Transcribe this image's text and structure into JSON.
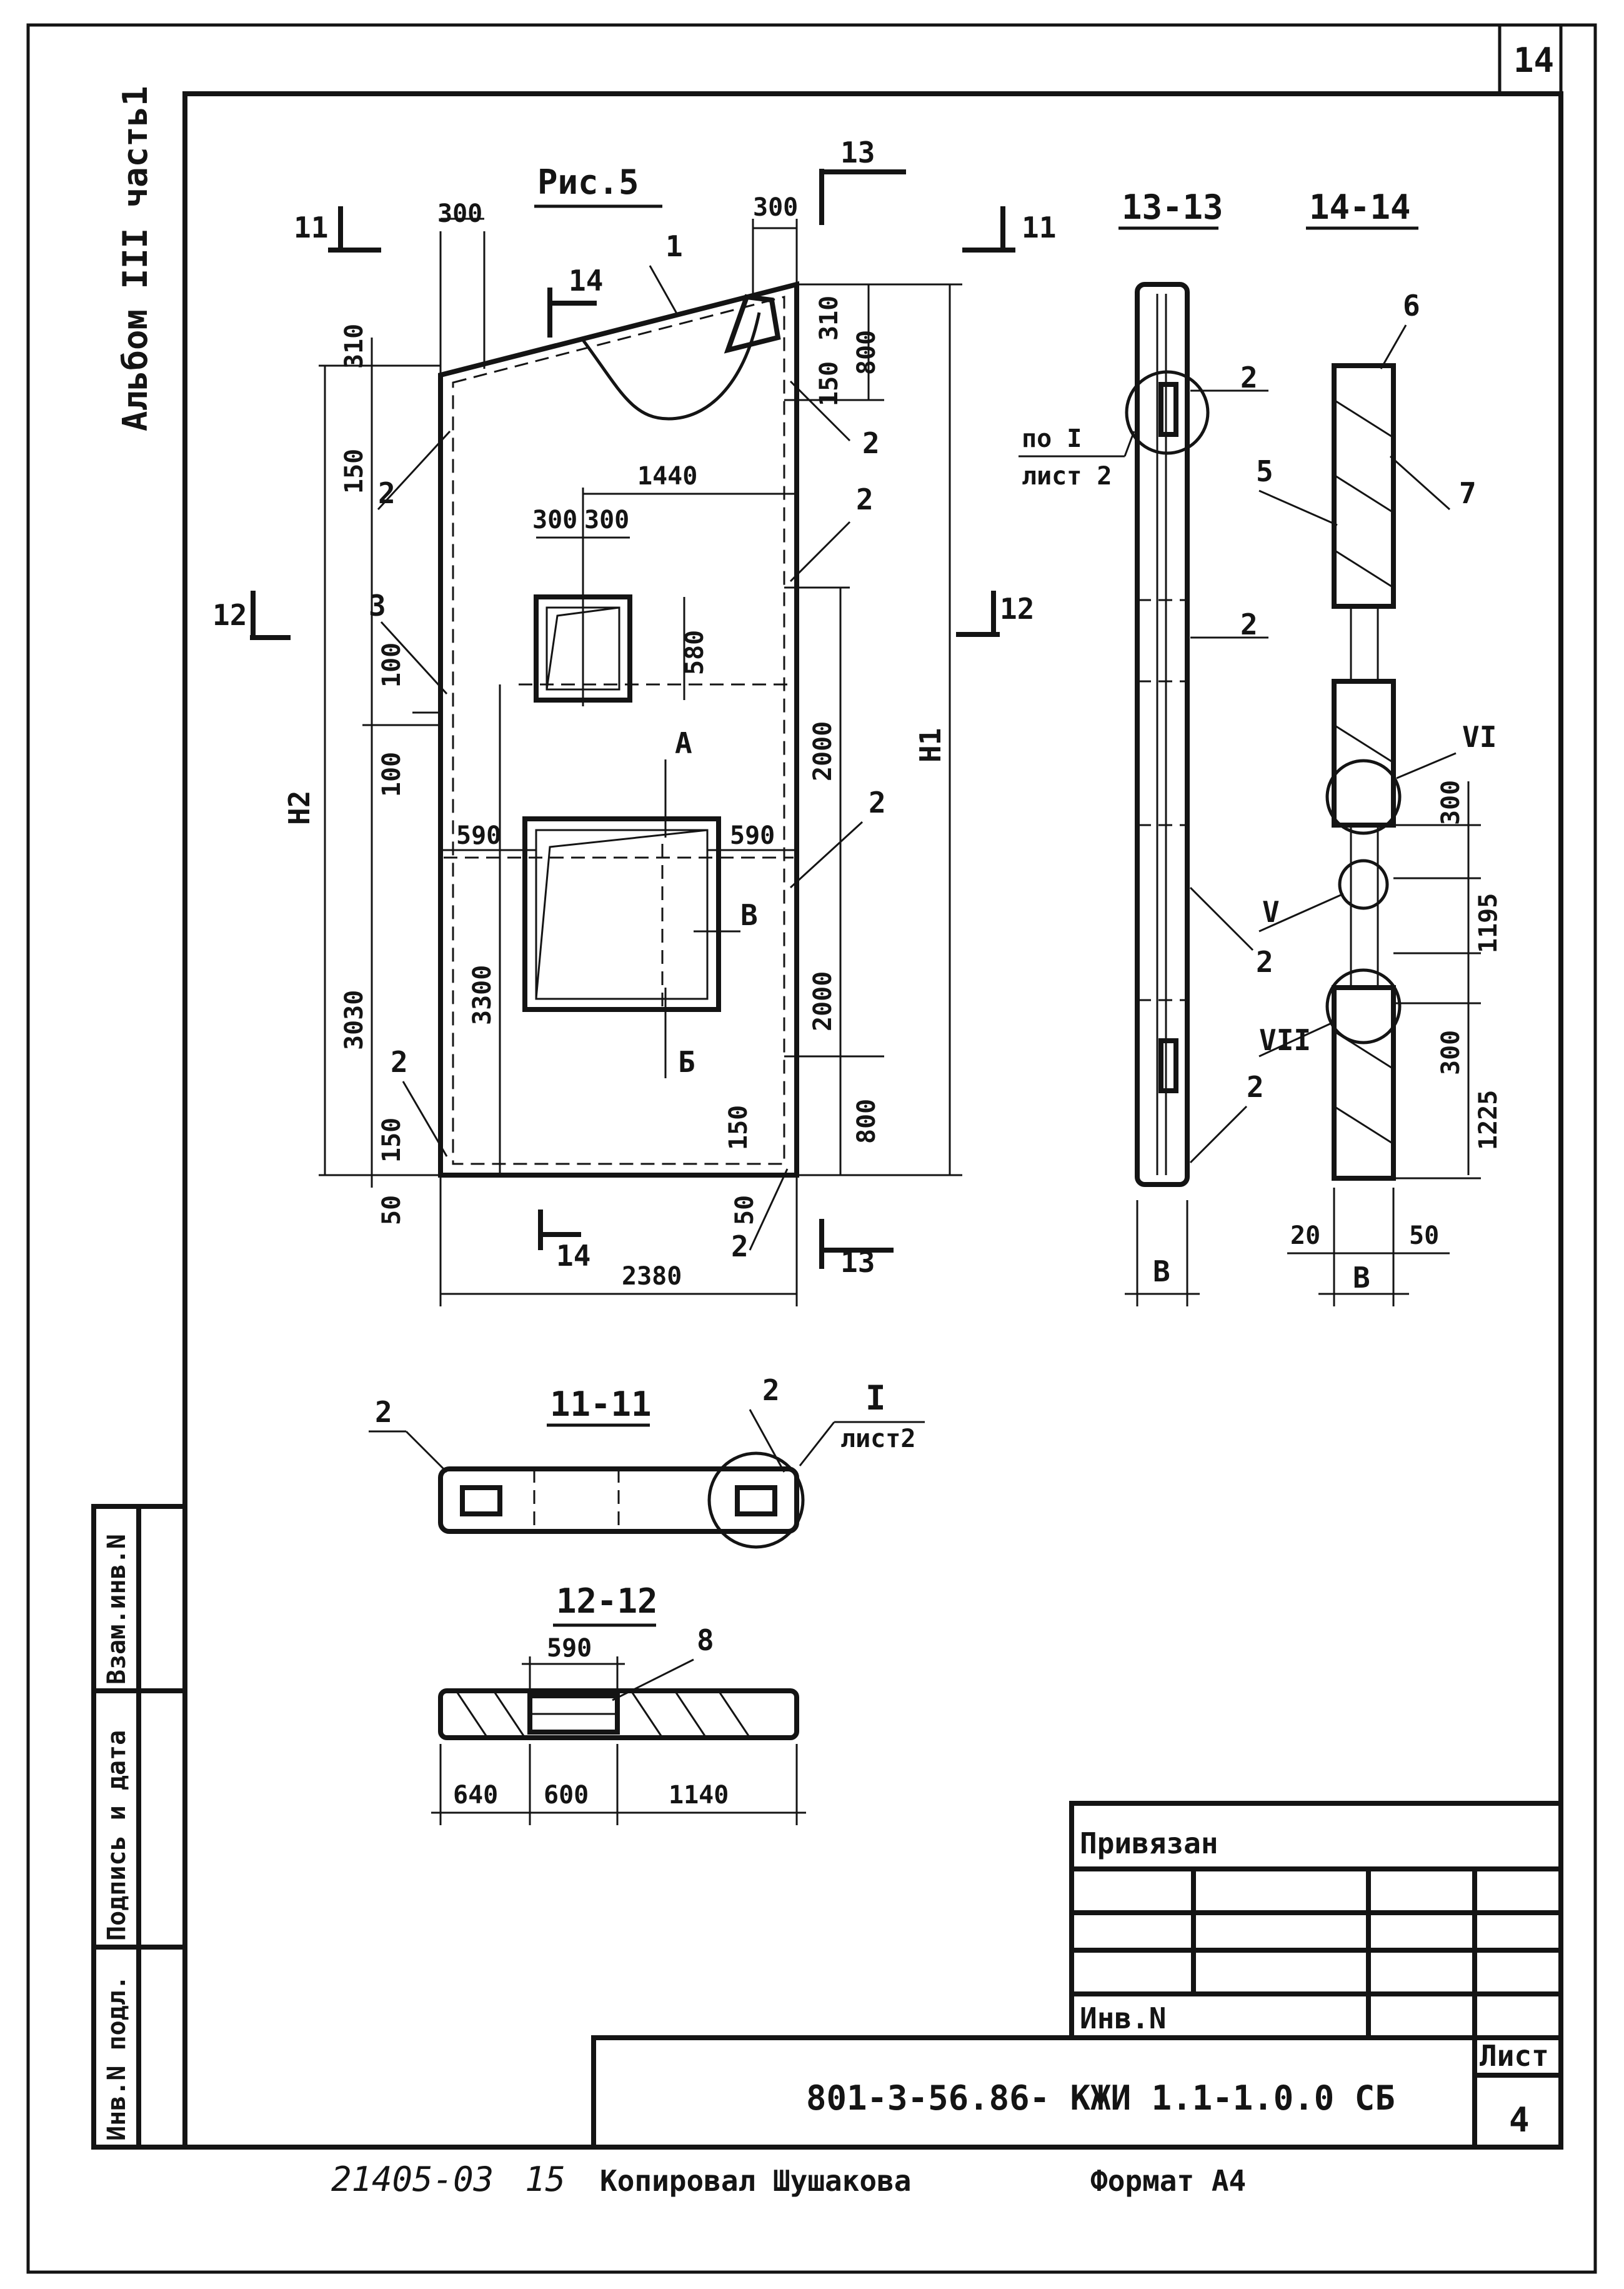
{
  "page": {
    "sheet_number": "14",
    "album": "Альбом III часть1",
    "copy_note": {
      "code": "21405-03",
      "number": "15",
      "copied_by": "Копировал Шушакова",
      "format": "Формат А4"
    }
  },
  "main_view": {
    "figure_title": "Рис.5",
    "dims": {
      "top_left_300": "300",
      "top_right_300": "300",
      "d310_left": "310",
      "d150_left_top": "150",
      "d1440": "1440",
      "d300a": "300",
      "d300b": "300",
      "d580": "580",
      "d100a": "100",
      "d100b": "100",
      "d590_left": "590",
      "d590_right": "590",
      "h2": "H2",
      "d3030": "3030",
      "d3300": "3300",
      "d150_left_bot": "150",
      "d50_left": "50",
      "d310_right": "310",
      "d800_top": "800",
      "d150_right_top": "150",
      "d2000_top": "2000",
      "d2000_bot": "2000",
      "h1": "H1",
      "d150_right_bot": "150",
      "d800_bot": "800",
      "d50_right": "50",
      "d2380": "2380"
    },
    "labels": {
      "pos1": "1",
      "pos2_a": "2",
      "pos2_b": "2",
      "pos2_c": "2",
      "pos2_d": "2",
      "pos2_e": "2",
      "pos2_f": "2",
      "pos3": "3",
      "lA": "А",
      "lB": "В",
      "lBb": "Б"
    },
    "section_marks": {
      "s11_left": "11",
      "s11_right": "11",
      "s12_left": "12",
      "s12_right": "12",
      "s13_top": "13",
      "s13_bot": "13",
      "s14_top": "14",
      "s14_bot": "14"
    }
  },
  "section_13": {
    "title": "13-13",
    "labels": {
      "poI": "по I",
      "sheet2": "лист 2",
      "p2a": "2",
      "p2b": "2",
      "p2c": "2",
      "p2d": "2",
      "b": "В"
    }
  },
  "section_14": {
    "title": "14-14",
    "labels": {
      "p5": "5",
      "p6": "6",
      "p7": "7",
      "VI": "VI",
      "V": "V",
      "VII": "VII",
      "b": "В"
    },
    "dims": {
      "d300a": "300",
      "d1195": "1195",
      "d300b": "300",
      "d1225": "1225",
      "d20": "20",
      "d50": "50"
    }
  },
  "section_11": {
    "title": "11-11",
    "labels": {
      "p2l": "2",
      "p2r": "2",
      "I": "I",
      "sheet2": "лист2"
    }
  },
  "section_12": {
    "title": "12-12",
    "labels": {
      "p8": "8"
    },
    "dims": {
      "d590": "590",
      "d640": "640",
      "d600": "600",
      "d1140": "1140"
    }
  },
  "title_block": {
    "privyazan": "Привязан",
    "inv_no": "Инв.N",
    "doc_code": "801-3-56.86- КЖИ 1.1-1.0.0 СБ",
    "sheet_label": "Лист",
    "sheet_value": "4"
  },
  "side_stamp": {
    "vzam": "Взам.инв.N",
    "podpis": "Подпись и дата",
    "inv_podl": "Инв.N подл."
  }
}
